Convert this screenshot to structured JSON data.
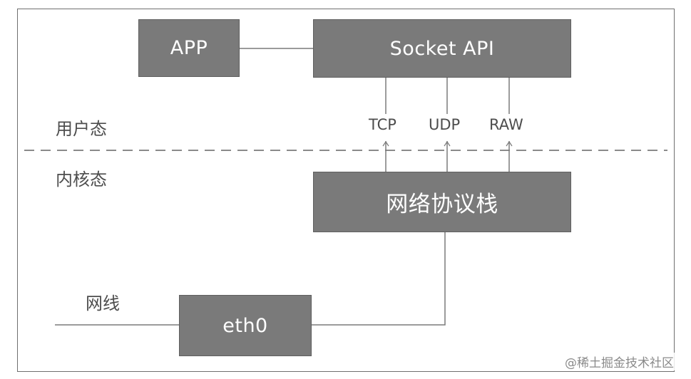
{
  "boxes": {
    "app": "APP",
    "socket_api": "Socket API",
    "protocol_stack": "网络协议栈",
    "eth0": "eth0"
  },
  "layers": {
    "user_space": "用户态",
    "kernel_space": "内核态",
    "network_cable": "网线"
  },
  "protocols": {
    "tcp": "TCP",
    "udp": "UDP",
    "raw": "RAW"
  },
  "watermark": "@稀土掘金技术社区",
  "colors": {
    "box_fill": "#7a7a7a",
    "line": "#7a7a7a",
    "text_dark": "#4d4d4d",
    "box_text": "#ffffff"
  }
}
